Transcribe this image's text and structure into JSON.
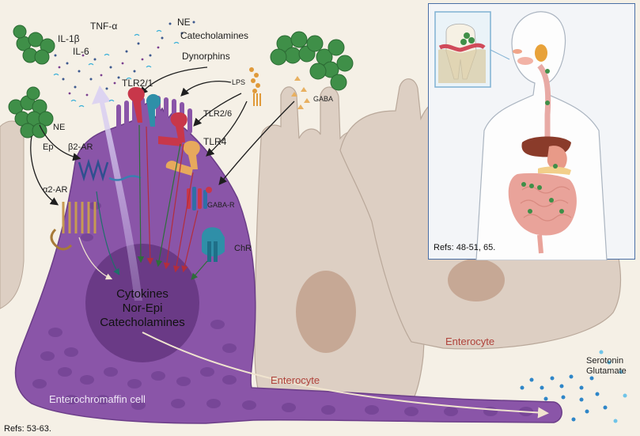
{
  "cytokine_cloud": {
    "il1b": "IL-1β",
    "il6": "IL-6",
    "tnfa": "TNF-α",
    "ne": "NE",
    "catecholamines": "Catecholamines",
    "dynorphins": "Dynorphins"
  },
  "receptors": {
    "tlr21": "TLR2/1",
    "tlr26": "TLR2/6",
    "tlr4": "TLR4",
    "gaba_r": "GABA-R",
    "chr": "ChR",
    "b2ar": "β2-AR",
    "a2ar": "α2-AR"
  },
  "ligands": {
    "ne": "NE",
    "ep": "Ep",
    "lps": "LPS",
    "gaba": "GABA"
  },
  "nucleus_text": [
    "Cytokines",
    "Nor-Epi",
    "Catecholamines"
  ],
  "cells": {
    "enterochromaffin": "Enterochromaffin cell",
    "enterocyte_1": "Enterocyte",
    "enterocyte_2": "Enterocyte"
  },
  "secreted": [
    "Serotonin",
    "Glutamate"
  ],
  "refs_main": "Refs: 53-63.",
  "refs_inset": "Refs: 48-51, 65.",
  "colors": {
    "background": "#f5f0e6",
    "enterocyte": "#ddcfc3",
    "enterocyte_nucleus": "#c6a895",
    "ec_cell": "#8a55a8",
    "ec_nucleus": "#6a3a86",
    "bacteria": "#3f8f48",
    "tlr": "#c8374a",
    "tlr4": "#e7a95c",
    "chr": "#2f8fa8",
    "inset_border": "#4a6fa5"
  }
}
